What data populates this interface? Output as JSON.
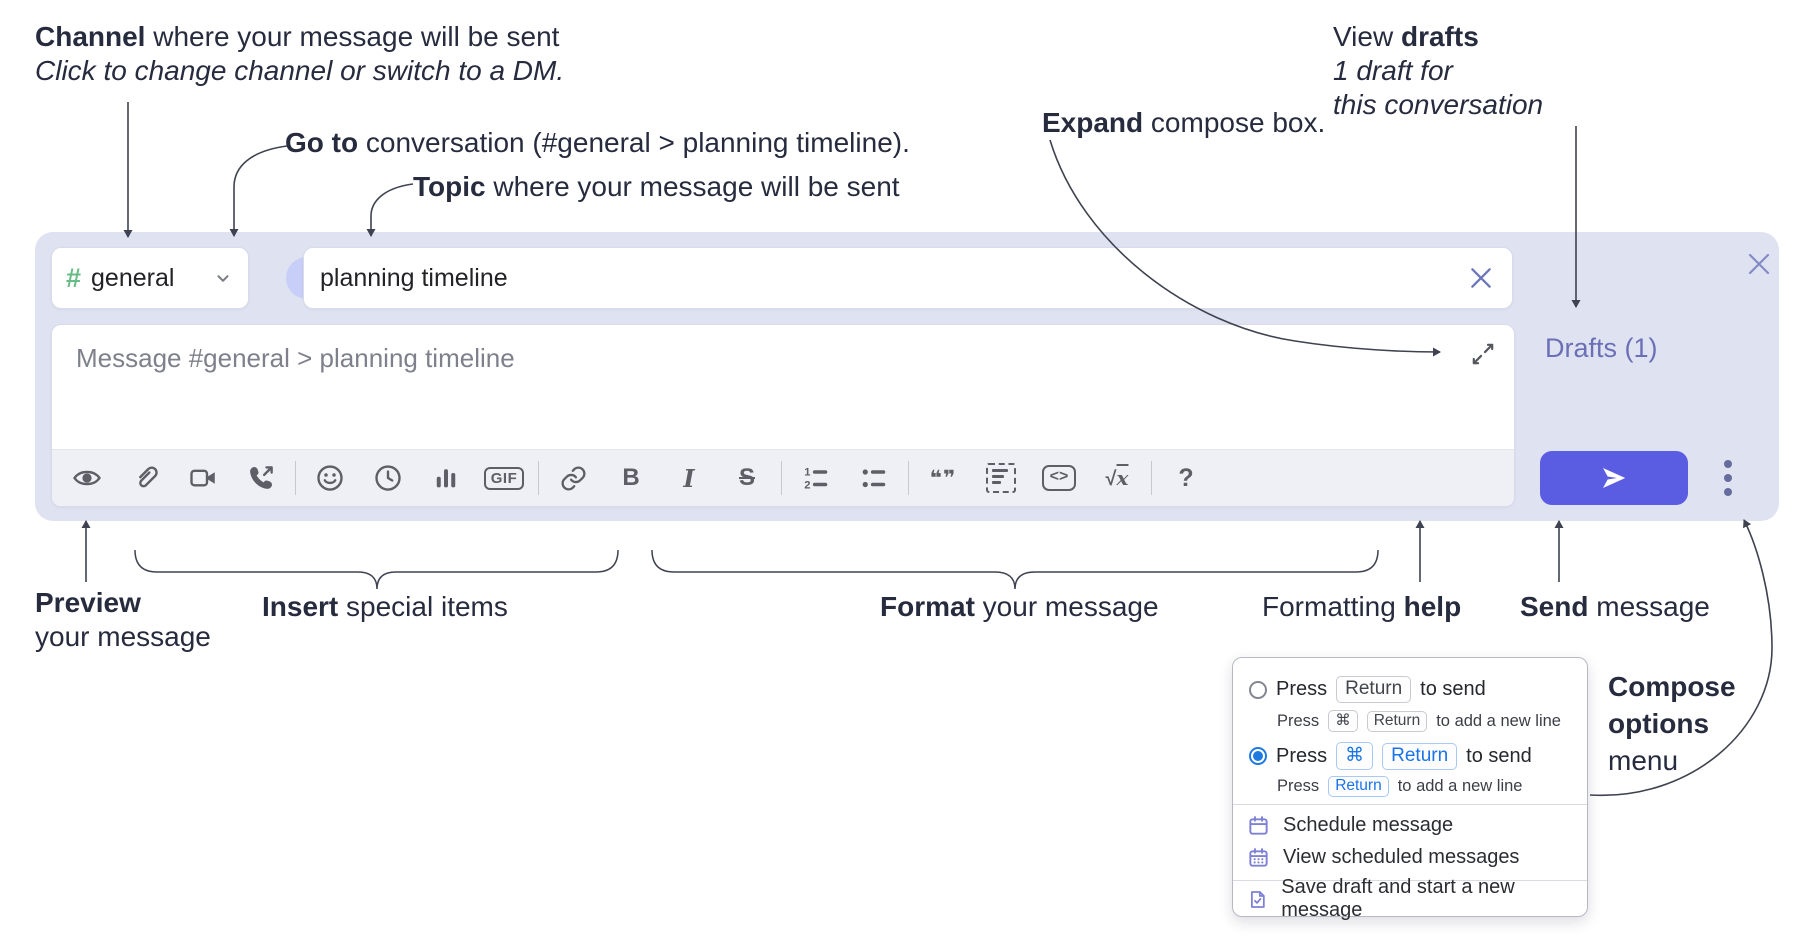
{
  "annotations": {
    "channel": {
      "bold": "Channel",
      "rest": " where your message will be sent",
      "sub": "Click to change channel or switch to a DM."
    },
    "goto": {
      "bold": "Go to",
      "rest": " conversation (#general > planning timeline)."
    },
    "topic": {
      "bold": "Topic",
      "rest": " where your message will be sent"
    },
    "expand": {
      "bold": "Expand",
      "rest": " compose box."
    },
    "view_drafts": {
      "pre": "View ",
      "bold": "drafts",
      "line2": "1 draft for",
      "line3": "this conversation"
    },
    "preview": {
      "bold": "Preview",
      "line2": "your message"
    },
    "insert": {
      "bold": "Insert",
      "rest": " special items"
    },
    "format": {
      "bold": "Format",
      "rest": " your message"
    },
    "formatting_help": {
      "pre": "Formatting ",
      "bold": "help"
    },
    "send": {
      "bold": "Send",
      "rest": " message"
    },
    "compose_options": {
      "line1": "Compose",
      "line2": "options",
      "line3": "menu"
    }
  },
  "composer": {
    "channel_hash": "#",
    "channel_name": "general",
    "topic_value": "planning timeline",
    "message_placeholder": "Message #general > planning timeline",
    "drafts_label": "Drafts (1)",
    "toolbar": {
      "gif": "GIF",
      "bold": "B",
      "italic": "I",
      "strike": "S",
      "code": "<>",
      "math_radical": "√",
      "math_var": "x",
      "help": "?",
      "icons": [
        "preview-eye",
        "attach-paperclip",
        "video-camera",
        "phone-call",
        "emoji-smiley",
        "history-clock",
        "poll-chart",
        "gif",
        "link",
        "bold",
        "italic",
        "strikethrough",
        "ordered-list",
        "bulleted-list",
        "blockquote",
        "code-snippet",
        "code",
        "formula",
        "help"
      ]
    }
  },
  "compose_menu": {
    "option_return": {
      "press": "Press",
      "key": "Return",
      "suffix": "to send",
      "sub_press": "Press",
      "sub_key1": "⌘",
      "sub_key2": "Return",
      "sub_suffix": "to add a new line"
    },
    "option_cmd_return": {
      "press": "Press",
      "key1": "⌘",
      "key2": "Return",
      "suffix": "to send",
      "sub_press": "Press",
      "sub_key": "Return",
      "sub_suffix": "to add a new line"
    },
    "schedule": "Schedule message",
    "view_scheduled": "View scheduled messages",
    "save_draft": "Save draft and start a new message"
  },
  "colors": {
    "accent_send": "#5a5ce2",
    "composer_lavender": "#dfe2f1",
    "link_purple": "#6b70b6",
    "radio_blue": "#1f7ae0",
    "channel_hash_green": "#67bd85"
  }
}
